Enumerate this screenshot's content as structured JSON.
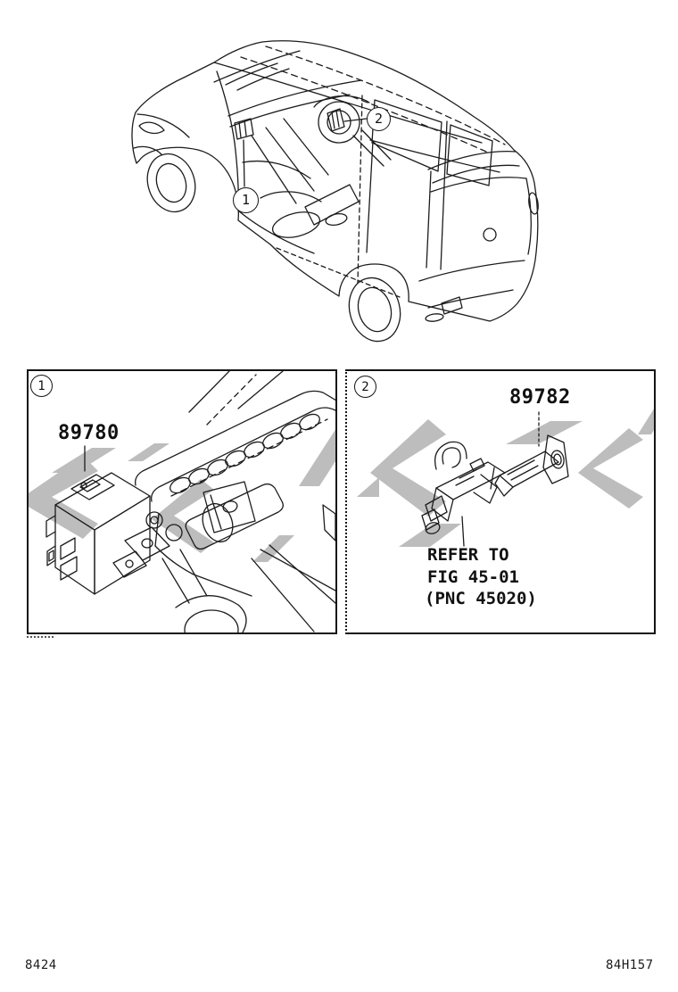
{
  "colors": {
    "line": "#1c1c1c",
    "watermark": "#bdbdbd",
    "background": "#ffffff"
  },
  "vehicle_view": {
    "callout_1": "1",
    "callout_2": "2"
  },
  "panel_1": {
    "callout": "1",
    "part_number": "89780"
  },
  "panel_2": {
    "callout": "2",
    "part_number": "89782",
    "note_line_1": "REFER TO",
    "note_line_2": "FIG 45-01",
    "note_line_3": "(PNC 45020)"
  },
  "footer": {
    "left_code": "8424",
    "right_code": "84H157"
  }
}
